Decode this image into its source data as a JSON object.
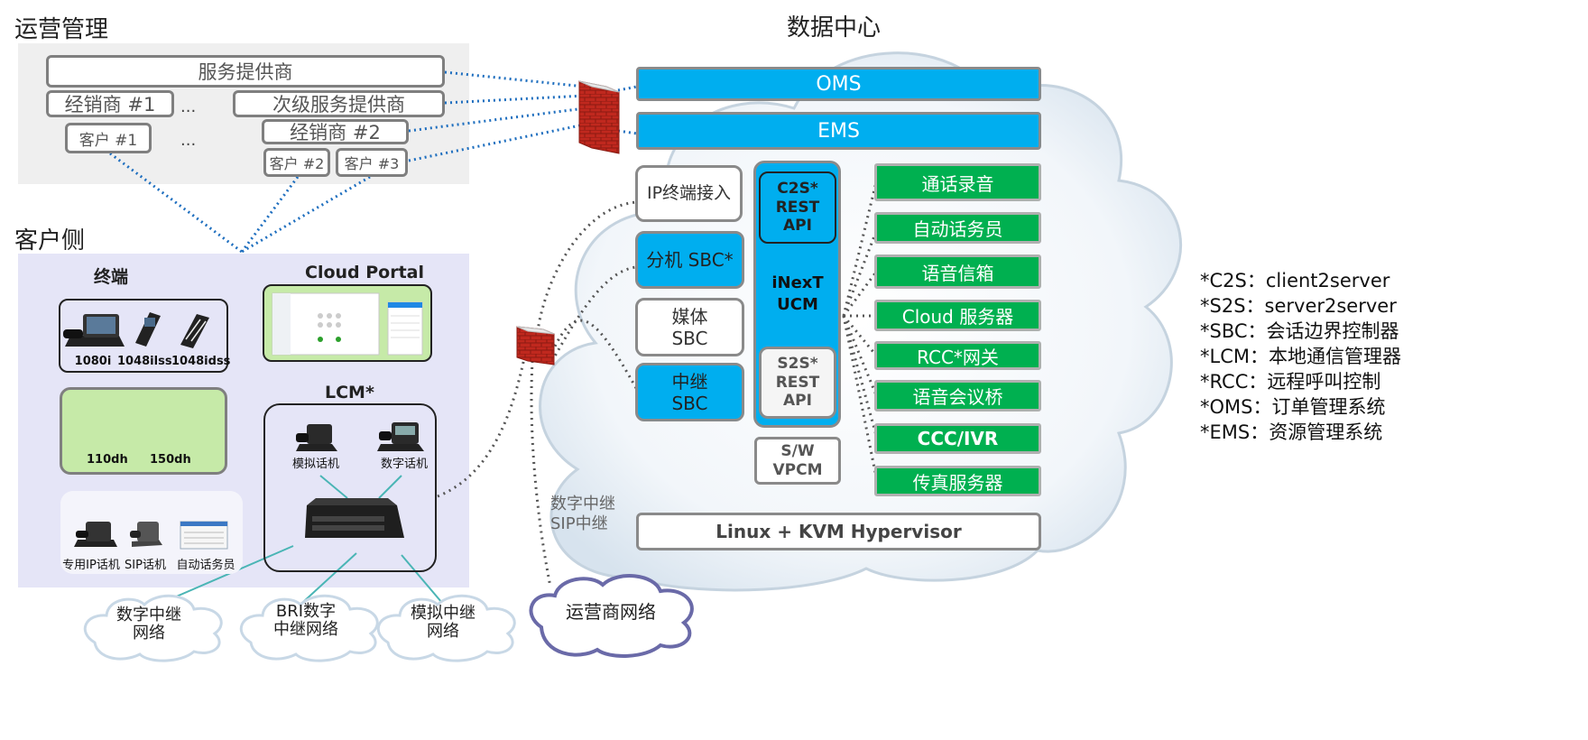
{
  "ops_mgmt": {
    "title": "运营管理",
    "service_provider": "服务提供商",
    "dealer1": "经销商 #1",
    "dots1": "...",
    "sub_provider": "次级服务提供商",
    "customer1": "客户 #1",
    "dots2": "...",
    "dealer2": "经销商 #2",
    "customer2": "客户 #2",
    "customer3": "客户 #3"
  },
  "customer_side": {
    "title": "客户侧",
    "terminals_title": "终端",
    "desk_phones": [
      "1080i",
      "1048ilss",
      "1048idss"
    ],
    "dect_phones": [
      "110dh",
      "150dh"
    ],
    "other_devices": [
      "专用IP话机",
      "SIP话机",
      "自动话务员"
    ],
    "cloud_portal_title": "Cloud Portal",
    "lcm_title": "LCM*",
    "lcm_phones": [
      "模拟话机",
      "数字话机"
    ]
  },
  "networks": {
    "digital_trunk": "数字中继\n网络",
    "bri_trunk": "BRI数字\n中继网络",
    "analog_trunk": "模拟中继\n网络",
    "carrier": "运营商网络",
    "trunk_label": "数字中继\nSIP中继"
  },
  "datacenter": {
    "title": "数据中心",
    "oms": "OMS",
    "ems": "EMS",
    "ip_access": "IP终端接入",
    "ext_sbc": "分机 SBC*",
    "media_sbc": "媒体\nSBC",
    "trunk_sbc": "中继\nSBC",
    "c2s_api": "C2S*\nREST\nAPI",
    "ucm": "iNexT\nUCM",
    "s2s_api": "S2S*\nREST\nAPI",
    "vpcm": "S/W\nVPCM",
    "hypervisor": "Linux + KVM Hypervisor",
    "services": [
      "通话录音",
      "自动话务员",
      "语音信箱",
      "Cloud 服务器",
      "RCC*网关",
      "语音会议桥",
      "CCC/IVR",
      "传真服务器"
    ]
  },
  "legend": [
    "*C2S：client2server",
    "*S2S：server2server",
    "*SBC：会话边界控制器",
    "*LCM：本地通信管理器",
    "*RCC：远程呼叫控制",
    "*OMS：订单管理系统",
    "*EMS：资源管理系统"
  ],
  "colors": {
    "blue": "#00aeef",
    "green": "#00b050",
    "ops_bg": "#efefef",
    "customer_bg": "#e5e5f7",
    "light_green": "#c6eaa8",
    "dotted_link": "#1f6fbf"
  }
}
